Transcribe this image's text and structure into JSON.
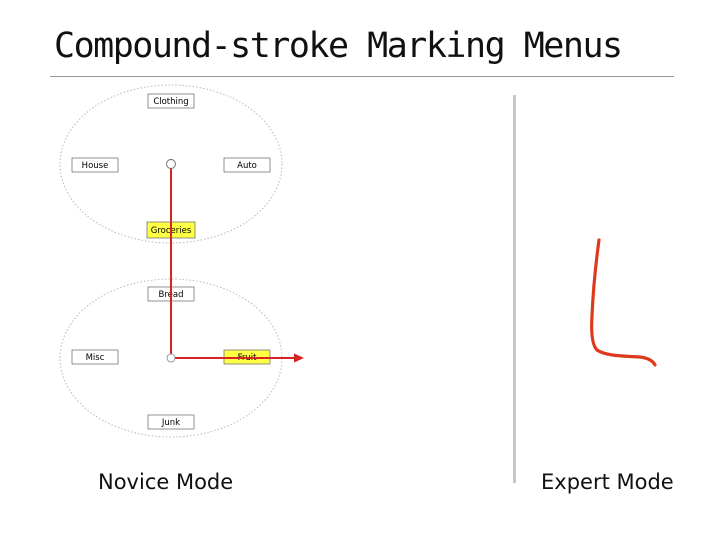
{
  "slide": {
    "title": "Compound-stroke Marking Menus",
    "novice_caption": "Novice Mode",
    "expert_caption": "Expert Mode"
  },
  "menus": {
    "top": {
      "items": {
        "north": "Clothing",
        "west": "House",
        "east": "Auto",
        "south": "Groceries"
      },
      "selected": "south"
    },
    "bottom": {
      "items": {
        "north": "Bread",
        "west": "Misc",
        "east": "Fruit",
        "south": "Junk"
      },
      "selected": "east"
    }
  },
  "colors": {
    "highlight": "#ffff44",
    "stroke_novice": "#d42424",
    "stroke_expert": "#dd3a1c",
    "divider": "#c8c8c8"
  }
}
